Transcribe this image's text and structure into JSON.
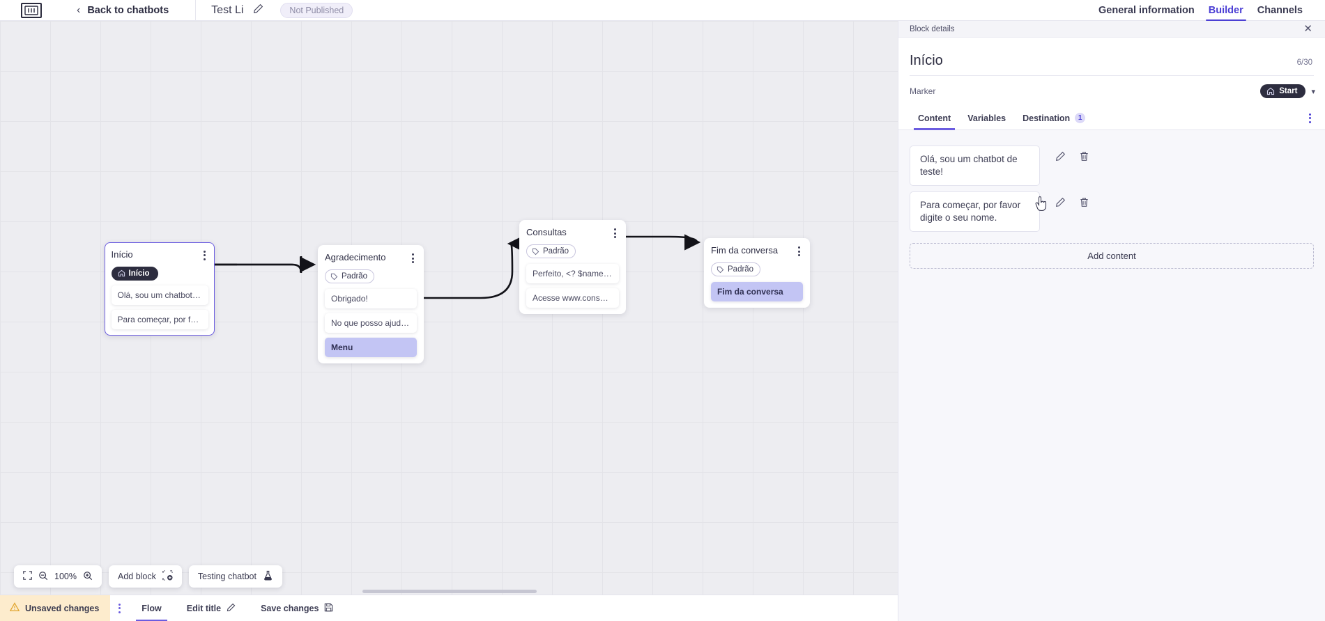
{
  "topbar": {
    "logo_icon": "chatbot-logo-icon",
    "back_label": "Back to chatbots",
    "bot_name": "Test Li",
    "edit_icon": "pencil-icon",
    "publish_status": "Not Published",
    "tabs": [
      {
        "label": "General information",
        "active": false
      },
      {
        "label": "Builder",
        "active": true
      },
      {
        "label": "Channels",
        "active": false
      }
    ]
  },
  "canvas": {
    "blocks": [
      {
        "title": "Início",
        "tag": "Início",
        "tag_type": "start",
        "tag_icon": "home-icon",
        "selected": true,
        "rows": [
          {
            "text": "Olá, sou um chatbot de teste!",
            "kind": "text"
          },
          {
            "text": "Para começar, por favor digite o ...",
            "kind": "text"
          }
        ]
      },
      {
        "title": "Agradecimento",
        "tag": "Padrão",
        "tag_type": "default",
        "tag_icon": "tag-icon",
        "selected": false,
        "rows": [
          {
            "text": "Obrigado!",
            "kind": "text"
          },
          {
            "text": "No que posso ajudar, <? $name ...",
            "kind": "text"
          },
          {
            "text": "Menu",
            "kind": "menu"
          }
        ]
      },
      {
        "title": "Consultas",
        "tag": "Padrão",
        "tag_type": "default",
        "tag_icon": "tag-icon",
        "selected": false,
        "rows": [
          {
            "text": "Perfeito, <? $name ?>!",
            "kind": "text"
          },
          {
            "text": "Acesse www.consultas.com par...",
            "kind": "text"
          }
        ]
      },
      {
        "title": "Fim da conversa",
        "tag": "Padrão",
        "tag_type": "default",
        "tag_icon": "tag-icon",
        "selected": false,
        "rows": [
          {
            "text": "Fim da conversa",
            "kind": "menu"
          }
        ]
      }
    ]
  },
  "float_tools": {
    "fit_icon": "fit-screen-icon",
    "zoom_out_icon": "zoom-out-icon",
    "zoom_level": "100%",
    "zoom_in_icon": "zoom-in-icon",
    "add_block_label": "Add block",
    "add_block_icon": "add-block-icon",
    "testing_label": "Testing chatbot",
    "testing_icon": "flask-icon"
  },
  "statusbar": {
    "warning_icon": "warning-icon",
    "unsaved_label": "Unsaved changes",
    "kebab_icon": "kebab-icon",
    "flow_label": "Flow",
    "edit_title_label": "Edit title",
    "edit_title_icon": "pencil-icon",
    "save_label": "Save changes",
    "save_icon": "save-icon"
  },
  "panel": {
    "header_label": "Block details",
    "close_icon": "close-icon",
    "title": "Início",
    "count": "6/30",
    "marker_label": "Marker",
    "marker_value": "Start",
    "marker_icon": "home-icon",
    "marker_chevron": "chevron-down-icon",
    "tabs": [
      {
        "label": "Content",
        "active": true,
        "badge": ""
      },
      {
        "label": "Variables",
        "active": false,
        "badge": ""
      },
      {
        "label": "Destination",
        "active": false,
        "badge": "1"
      }
    ],
    "contents": [
      {
        "text": "Olá, sou um chatbot de teste!",
        "edit_icon": "pencil-icon",
        "delete_icon": "trash-icon"
      },
      {
        "text": "Para começar, por favor digite o seu nome.",
        "edit_icon": "pencil-icon",
        "delete_icon": "trash-icon"
      }
    ],
    "add_content_label": "Add content"
  },
  "colors": {
    "accent": "#4b3fd4",
    "accent_soft": "#6b5ce0",
    "menu_row": "#c3c5f4",
    "warning_bg": "#fdeccd",
    "dark_pill": "#2d2d3f"
  }
}
